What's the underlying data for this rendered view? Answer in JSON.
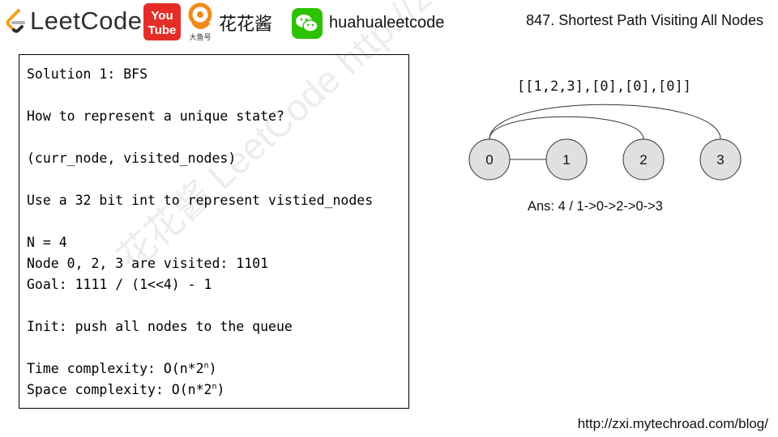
{
  "header": {
    "brand": "LeetCode",
    "channel_cn": "花花酱",
    "wechat_name": "huahualeetcode",
    "problem_title": "847. Shortest Path Visiting All Nodes",
    "youtube_you": "You",
    "youtube_tube": "Tube",
    "yuyu_label": "大鱼号"
  },
  "code_box": {
    "lines": [
      "Solution 1: BFS",
      "",
      "How to represent a unique state?",
      "",
      "(curr_node, visited_nodes)",
      "",
      "Use a 32 bit int to represent vistied_nodes",
      "",
      "N = 4",
      "Node 0, 2, 3 are visited: 1101",
      "Goal: 1111 / (1<<4) - 1",
      "",
      "Init: push all nodes to the queue",
      "",
      "Time complexity: O(n*2",
      "Space complexity: O(n*2"
    ],
    "sup_n": "n",
    "close_paren": ")"
  },
  "graph": {
    "input": "[[1,2,3],[0],[0],[0]]",
    "nodes": [
      "0",
      "1",
      "2",
      "3"
    ],
    "edges": [
      [
        0,
        1
      ],
      [
        0,
        2
      ],
      [
        0,
        3
      ]
    ],
    "answer": "Ans: 4 / 1->0->2->0->3"
  },
  "watermark": "花花酱 LeetCode  http://zxi.mytechroad.com/blog/",
  "footer": {
    "url": "http://zxi.mytechroad.com/blog/"
  },
  "colors": {
    "node_fill": "#e0e0e0",
    "youtube_red": "#e52d27",
    "wechat_green": "#2dc100",
    "yuyu_orange": "#f08a1c"
  }
}
